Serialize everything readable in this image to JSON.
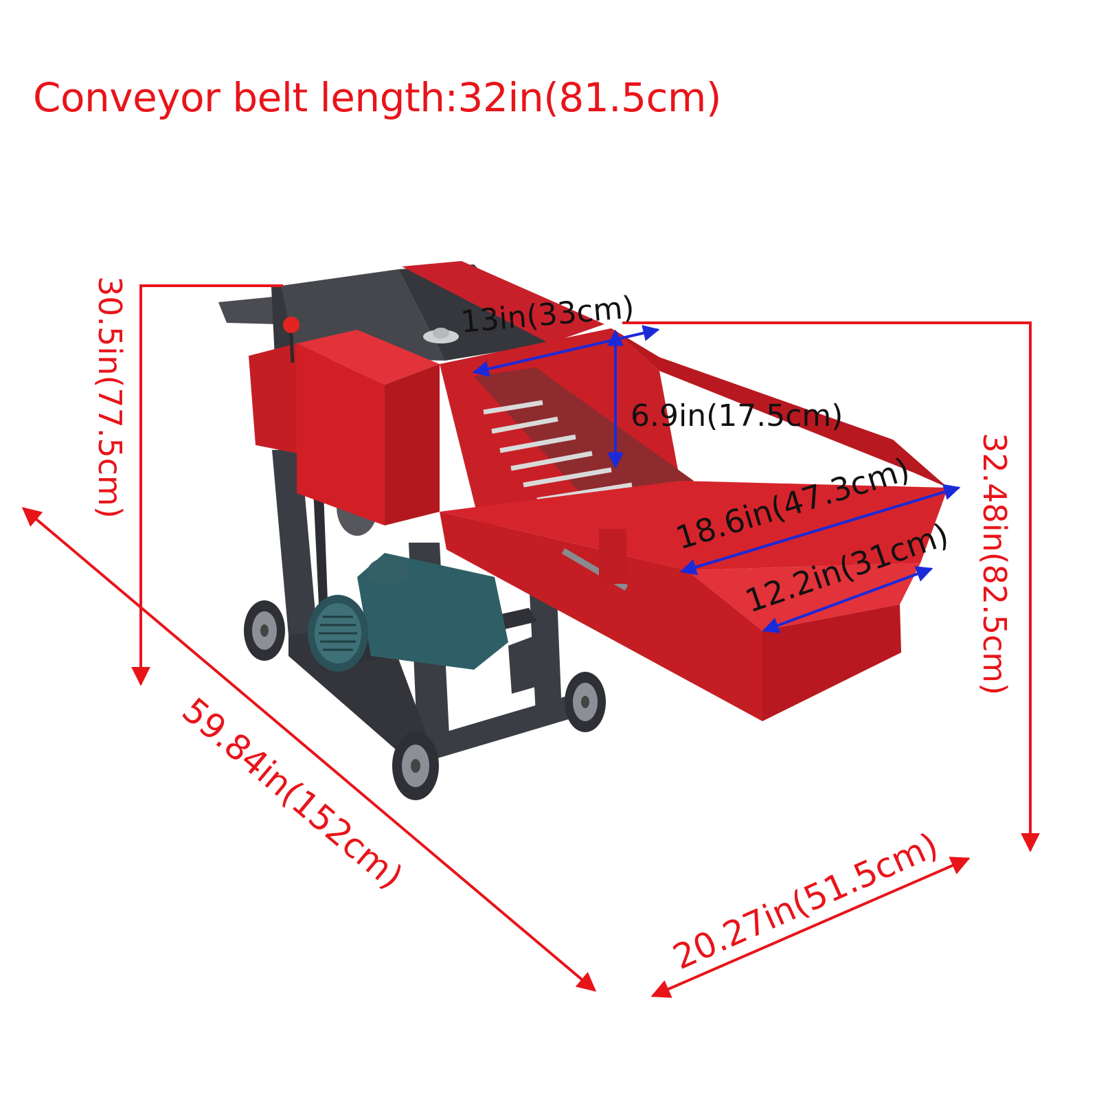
{
  "title": "Conveyor belt length:32in(81.5cm)",
  "colors": {
    "dimension_red": "#e8141a",
    "dimension_blue": "#1b2ad8",
    "machine_red": "#d21f26",
    "frame_dark": "#3b3d44",
    "motor_teal": "#2f5f66",
    "label_black": "#111111"
  },
  "dimensions": {
    "height_left": "30.5in(77.5cm)",
    "height_right": "32.48in(82.5cm)",
    "length_total": "59.84in(152cm)",
    "width_total": "20.27in(51.5cm)",
    "inlet_width": "13in(33cm)",
    "inlet_height": "6.9in(17.5cm)",
    "tray_outer_width": "18.6in(47.3cm)",
    "tray_inner_width": "12.2in(31cm)"
  },
  "icons": {
    "product": "chaff-cutter-machine",
    "wheel": "caster-wheel",
    "motor": "electric-motor"
  }
}
